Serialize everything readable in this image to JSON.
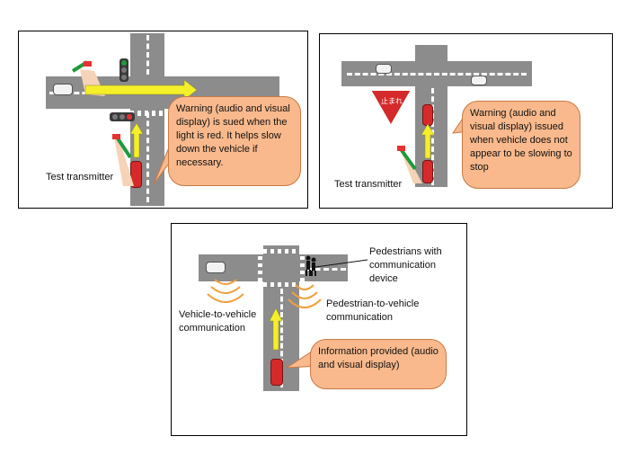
{
  "panel_top_left": {
    "callout": "Warning (audio and visual display) is sued when the light is red.   It helps slow down the vehicle if necessary.",
    "transmitter_label": "Test transmitter"
  },
  "panel_top_right": {
    "callout": "Warning (audio and visual display) issued when vehicle does not appear to be slowing to stop",
    "transmitter_label": "Test transmitter",
    "stop_sign_text": "止まれ"
  },
  "panel_bottom": {
    "pedestrians_label": "Pedestrians with communication device",
    "p2v_label": "Pedestrian-to-vehicle communication",
    "v2v_label": "Vehicle-to-vehicle communication",
    "info_callout": "Information provided (audio and visual display)"
  },
  "colors": {
    "road": "#8c8c8c",
    "callout_fill": "#f9b98c",
    "arrow_yellow": "#f5ef2a",
    "car_red": "#d62a2a",
    "signal_wave": "#f0a040",
    "stop_sign": "#d42a2a"
  }
}
